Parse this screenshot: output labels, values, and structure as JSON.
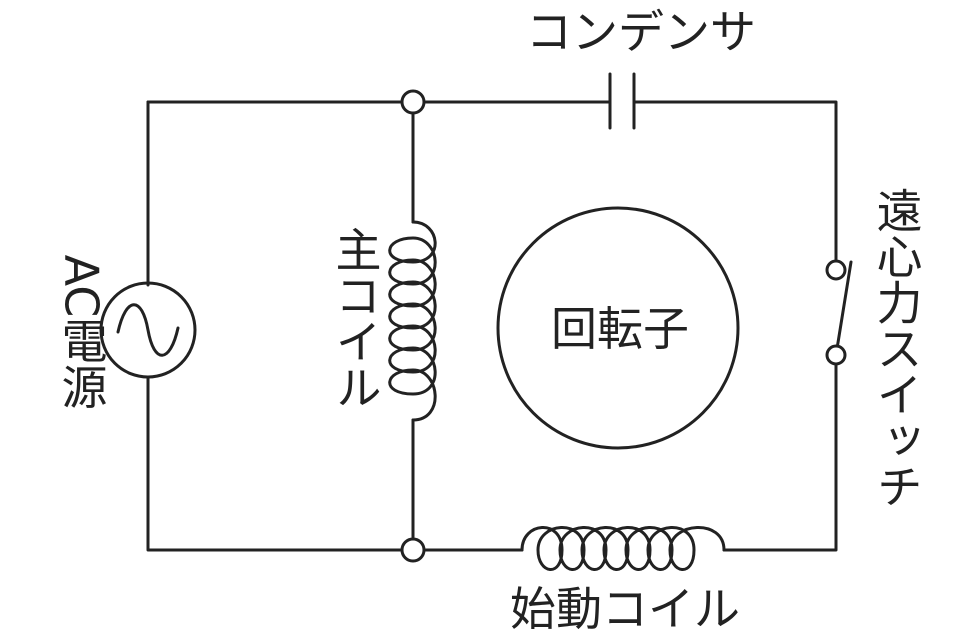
{
  "labels": {
    "capacitor": "コンデンサ",
    "ac_source": "AC電源",
    "main_coil": "主コイル",
    "rotor": "回転子",
    "centrifugal_switch": "遠心力スイッチ",
    "start_coil": "始動コイル"
  },
  "colors": {
    "line": "#222222",
    "background": "#ffffff"
  }
}
